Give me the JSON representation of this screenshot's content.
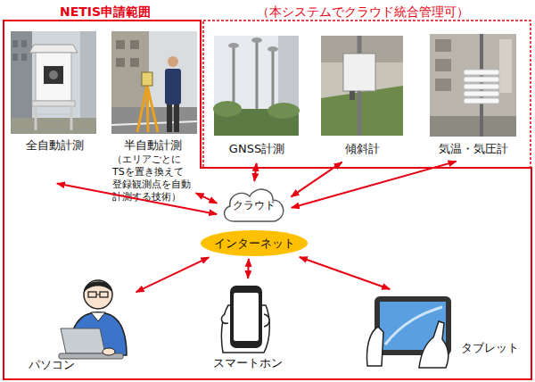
{
  "diagram": {
    "nodes": [
      {
        "text": [
          "NETIS申請範囲"
        ]
      },
      {
        "text": [
          "全自動計測"
        ],
        "in": 0
      },
      {
        "text": [
          "半自動計測",
          "（エリアごとに TSを置き換えて 登録観測点を自動 計測する技術）"
        ],
        "in": 0
      },
      {
        "text": [
          "（本システムでクラウド統合管理可）"
        ]
      },
      {
        "text": [
          "GNSS計測"
        ],
        "in": 3
      },
      {
        "text": [
          "傾斜計"
        ],
        "in": 3
      },
      {
        "text": [
          "気温・気圧計"
        ],
        "in": 3
      },
      {
        "text": [
          "クラウド"
        ],
        "in": 0
      },
      {
        "text": [
          "インターネット"
        ],
        "in": 0
      },
      {
        "text": [
          "パソコン"
        ],
        "in": 0
      },
      {
        "text": [
          "スマートホン"
        ],
        "in": 0
      },
      {
        "text": [
          "タブレット"
        ],
        "in": 0
      }
    ],
    "edges": [
      {
        "from": 1,
        "to": 7,
        "arrow": "both"
      },
      {
        "from": 2,
        "to": 7,
        "arrow": "both"
      },
      {
        "from": 4,
        "to": 7,
        "arrow": "both"
      },
      {
        "from": 5,
        "to": 7,
        "arrow": "both"
      },
      {
        "from": 6,
        "to": 7,
        "arrow": "both"
      },
      {
        "from": 8,
        "to": 9,
        "arrow": "both"
      },
      {
        "from": 8,
        "to": 10,
        "arrow": "both"
      },
      {
        "from": 8,
        "to": 11,
        "arrow": "both"
      }
    ]
  }
}
